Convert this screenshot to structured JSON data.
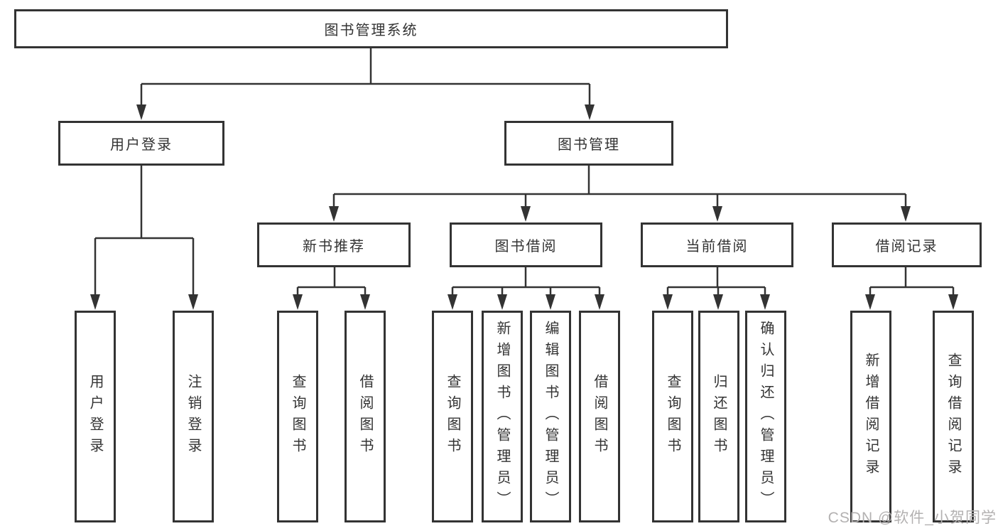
{
  "diagram": {
    "root": {
      "label": "图书管理系统"
    },
    "branches": [
      {
        "label": "用户登录",
        "children": [
          {
            "label": "用户登录"
          },
          {
            "label": "注销登录"
          }
        ]
      },
      {
        "label": "图书管理",
        "children": [
          {
            "label": "新书推荐",
            "children": [
              {
                "label": "查询图书"
              },
              {
                "label": "借阅图书"
              }
            ]
          },
          {
            "label": "图书借阅",
            "children": [
              {
                "label": "查询图书"
              },
              {
                "label": "新增图书（管理员）"
              },
              {
                "label": "编辑图书（管理员）"
              },
              {
                "label": "借阅图书"
              }
            ]
          },
          {
            "label": "当前借阅",
            "children": [
              {
                "label": "查询图书"
              },
              {
                "label": "归还图书"
              },
              {
                "label": "确认归还（管理员）"
              }
            ]
          },
          {
            "label": "借阅记录",
            "children": [
              {
                "label": "新增借阅记录"
              },
              {
                "label": "查询借阅记录"
              }
            ]
          }
        ]
      }
    ]
  },
  "watermark": {
    "text": "CSDN @软件_小贺同学"
  },
  "colors": {
    "line": "#333333",
    "box_border": "#333333",
    "text": "#333333",
    "watermark_text": "#b3b1b1",
    "background": "#ffffff"
  }
}
